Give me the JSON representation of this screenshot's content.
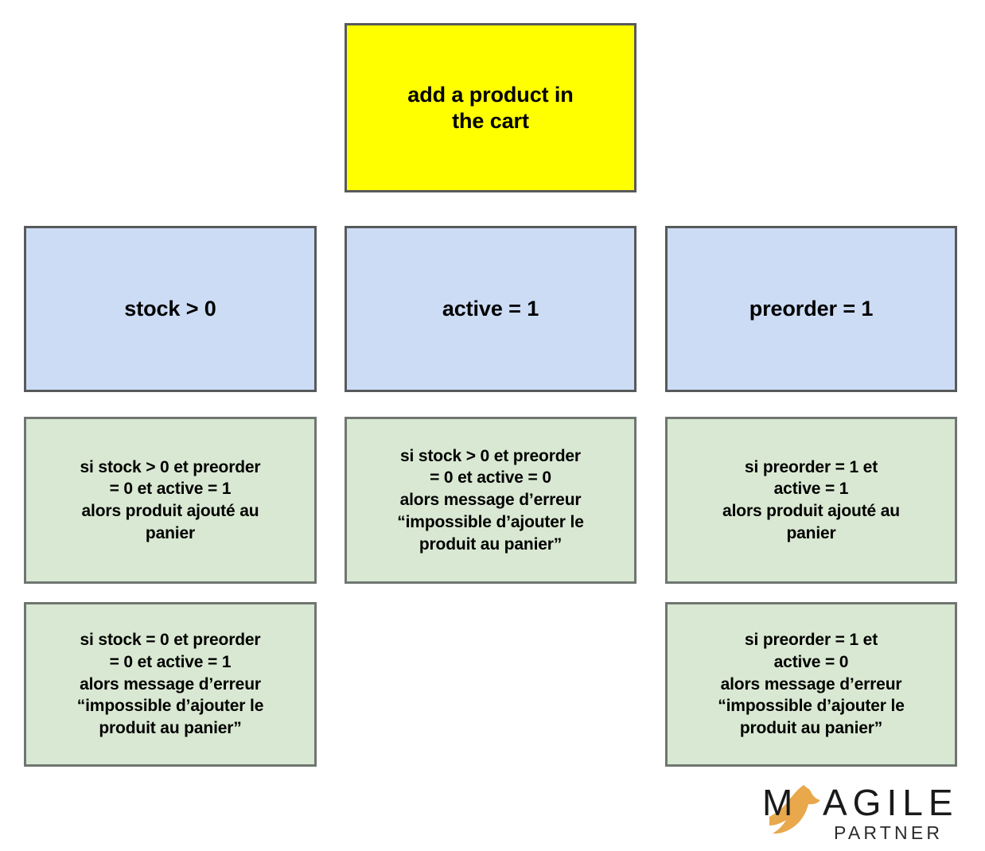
{
  "diagram": {
    "title_box": {
      "label": "add a product in\nthe cart",
      "color": "#ffff00"
    },
    "condition_color": "#ccdcf5",
    "rule_color": "#d9e8d2",
    "border_color": "#58595b",
    "columns": [
      {
        "condition": "stock > 0",
        "rules": [
          "si stock > 0 et preorder\n= 0 et active = 1\nalors produit ajouté au\npanier",
          "si stock = 0 et preorder\n= 0 et active = 1\nalors message d’erreur\n“impossible d’ajouter le\nproduit au panier”"
        ]
      },
      {
        "condition": "active = 1",
        "rules": [
          "si stock > 0 et preorder\n= 0 et active = 0\nalors message d’erreur\n“impossible d’ajouter le\nproduit au panier”",
          ""
        ]
      },
      {
        "condition": "preorder = 1",
        "rules": [
          "si preorder = 1 et\nactive = 1\nalors produit ajouté au\npanier",
          "si preorder = 1 et\nactive = 0\nalors message d’erreur\n“impossible d’ajouter le\nproduit au panier”"
        ]
      }
    ]
  },
  "logo": {
    "word_1": "M",
    "word_2": "AGILE",
    "word_3": "PARTNER",
    "swoosh_color": "#e8a84b",
    "text_color": "#1a1a1a"
  }
}
